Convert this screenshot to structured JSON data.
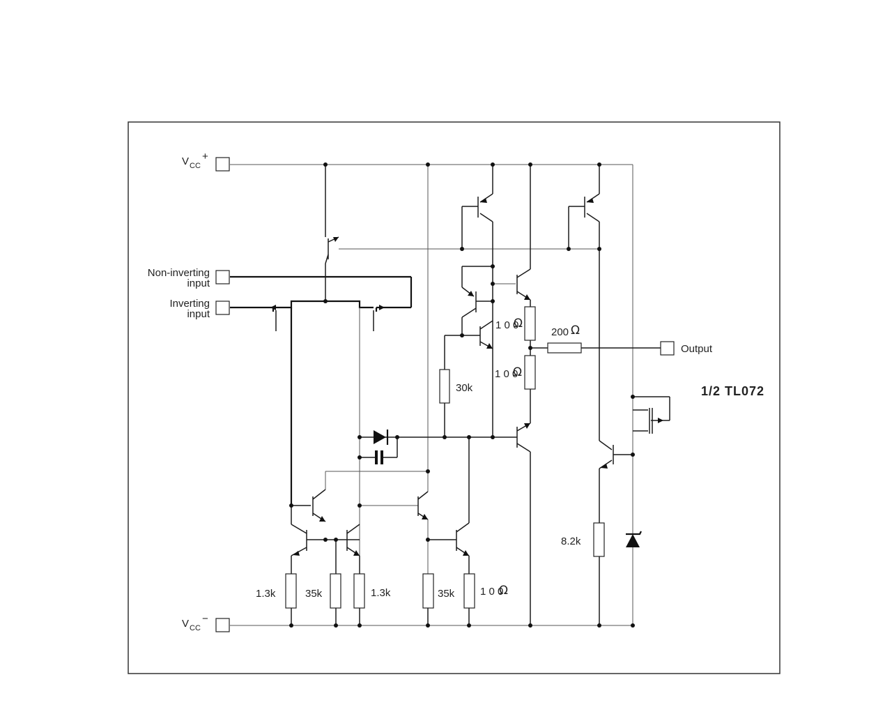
{
  "title": "1/2 TL072",
  "pins": {
    "vcc_plus": {
      "main": "V",
      "sub": "CC",
      "sign": "+"
    },
    "vcc_minus": {
      "main": "V",
      "sub": "CC",
      "sign": "−"
    },
    "non_inverting": [
      "Non-inverting",
      "input"
    ],
    "inverting": [
      "Inverting",
      "input"
    ],
    "output": "Output"
  },
  "resistors": {
    "r100_upper": "1 0 0",
    "r100_lower": "1 0 0",
    "r200": "200",
    "r30k": "30k",
    "r8k2": "8.2k",
    "r1k3_left": "1.3k",
    "r35k_left": "35k",
    "r1k3_right": "1.3k",
    "r35k_right": "35k",
    "r100_bottom": "1 0 0"
  },
  "unit_symbol": "Ω",
  "colors": {
    "line": "#1a1a1a",
    "background": "#ffffff"
  }
}
